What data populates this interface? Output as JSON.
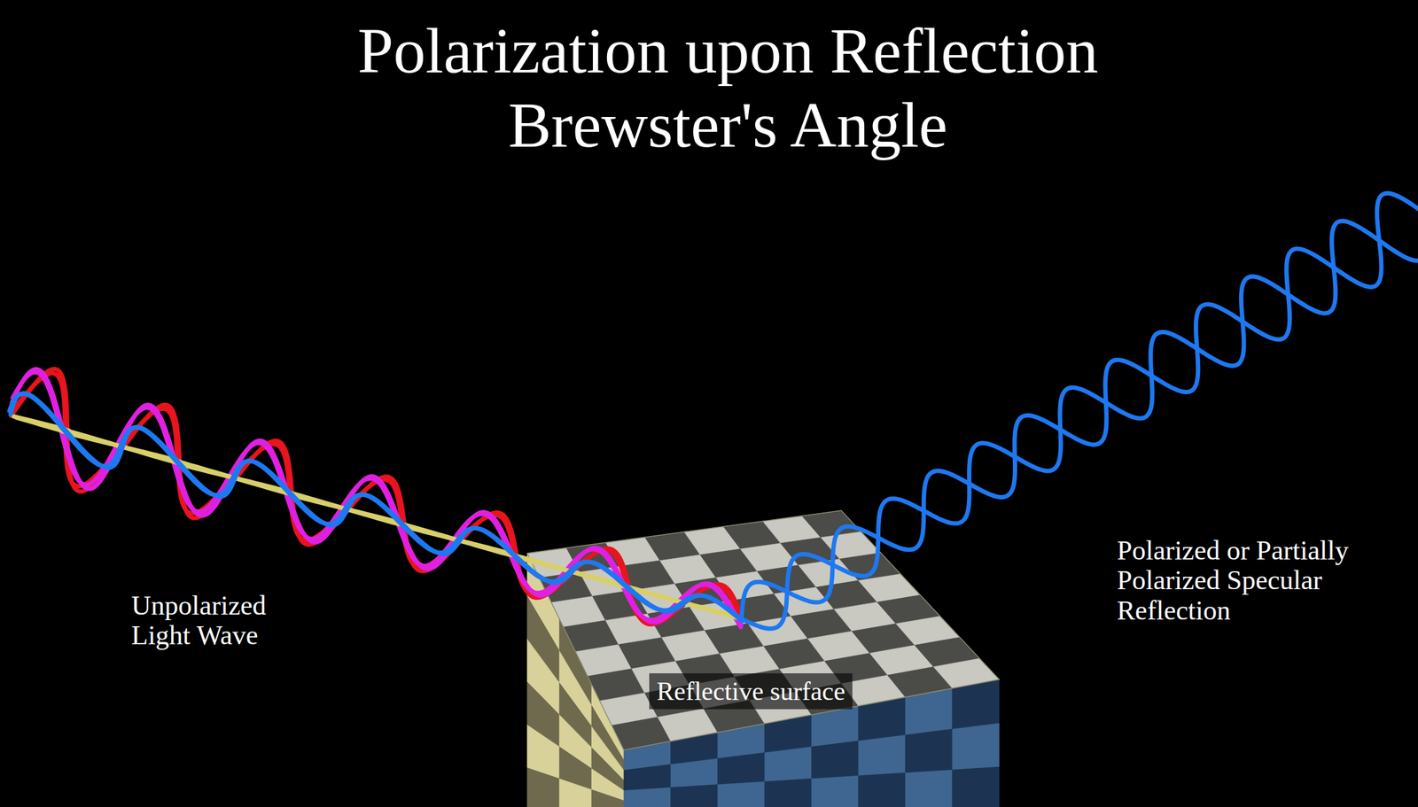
{
  "diagram": {
    "title": "Polarization upon Reflection Brewster's Angle",
    "labels": [
      "Unpolarized Light Wave",
      "Polarized or Partially Polarized Specular Reflection",
      "Reflective surface"
    ]
  }
}
